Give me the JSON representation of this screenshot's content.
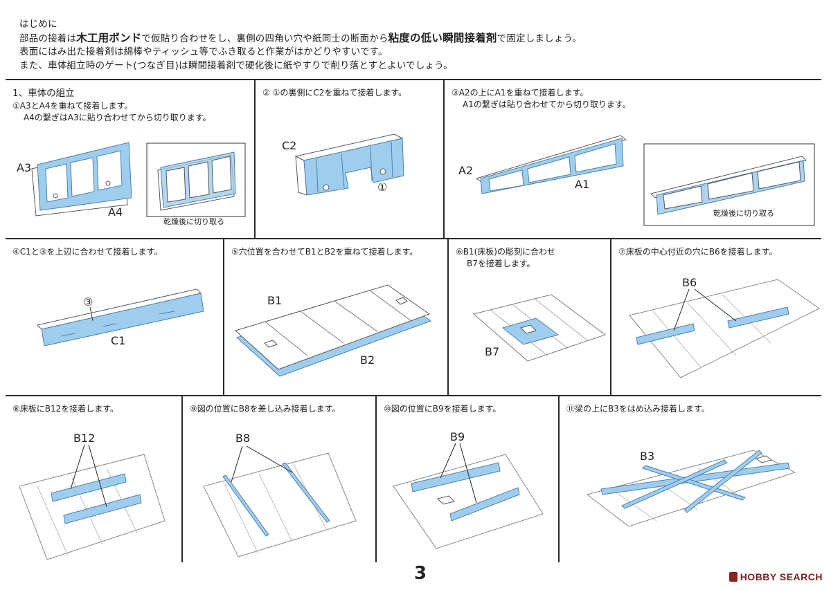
{
  "intro": {
    "heading": "はじめに",
    "line1_a": "部品の接着は",
    "line1_b": "木工用ボンド",
    "line1_c": "で仮貼り合わせをし、裏側の四角い穴や紙同士の断面から",
    "line1_d": "粘度の低い瞬間接着剤",
    "line1_e": "で固定しましょう。",
    "line2": "表面にはみ出た接着剤は綿棒やティッシュ等でふき取ると作業がはかどりやすいです。",
    "line3": "また、車体組立時のゲート(つなぎ目)は瞬間接着剤で硬化後に紙やすりで削り落とすとよいでしょう。"
  },
  "steps": {
    "s1": {
      "section": "1、車体の組立",
      "line1": "①A3とA4を重ねて接着します。",
      "line2": "A4の繋ぎはA3に貼り合わせてから切り取ります。",
      "label_a": "A3",
      "label_b": "A4",
      "note": "乾燥後に切り取る"
    },
    "s2": {
      "line1": "② ①の裏側にC2を重ねて接着します。",
      "label_a": "C2",
      "label_b": "①"
    },
    "s3": {
      "line1": "③A2の上にA1を重ねて接着します。",
      "line2": "A1の繋ぎは貼り合わせてから切り取ります。",
      "label_a": "A2",
      "label_b": "A1",
      "note": "乾燥後に切り取る"
    },
    "s4": {
      "line1": "④C1と③を上辺に合わせて接着します。",
      "label_a": "③",
      "label_b": "C1"
    },
    "s5": {
      "line1": "⑤穴位置を合わせてB1とB2を重ねて接着します。",
      "label_a": "B1",
      "label_b": "B2"
    },
    "s6": {
      "line1": "⑥B1(床板)の彫刻に合わせ",
      "line2": "B7を接着します。",
      "label_a": "B7"
    },
    "s7": {
      "line1": "⑦床板の中心付近の穴にB6を接着します。",
      "label_a": "B6"
    },
    "s8": {
      "line1": "⑧床板にB12を接着します。",
      "label_a": "B12"
    },
    "s9": {
      "line1": "⑨図の位置にB8を差し込み接着します。",
      "label_a": "B8"
    },
    "s10": {
      "line1": "⑩図の位置にB9を接着します。",
      "label_a": "B9"
    },
    "s11": {
      "line1": "⑪梁の上にB3をはめ込み接着します。",
      "label_a": "B3"
    }
  },
  "footer": {
    "page": "3",
    "brand": "HOBBY SEARCH"
  },
  "colors": {
    "part": "#9fcdee",
    "part_stroke": "#4a7fb0",
    "line": "#2a2a2a"
  }
}
